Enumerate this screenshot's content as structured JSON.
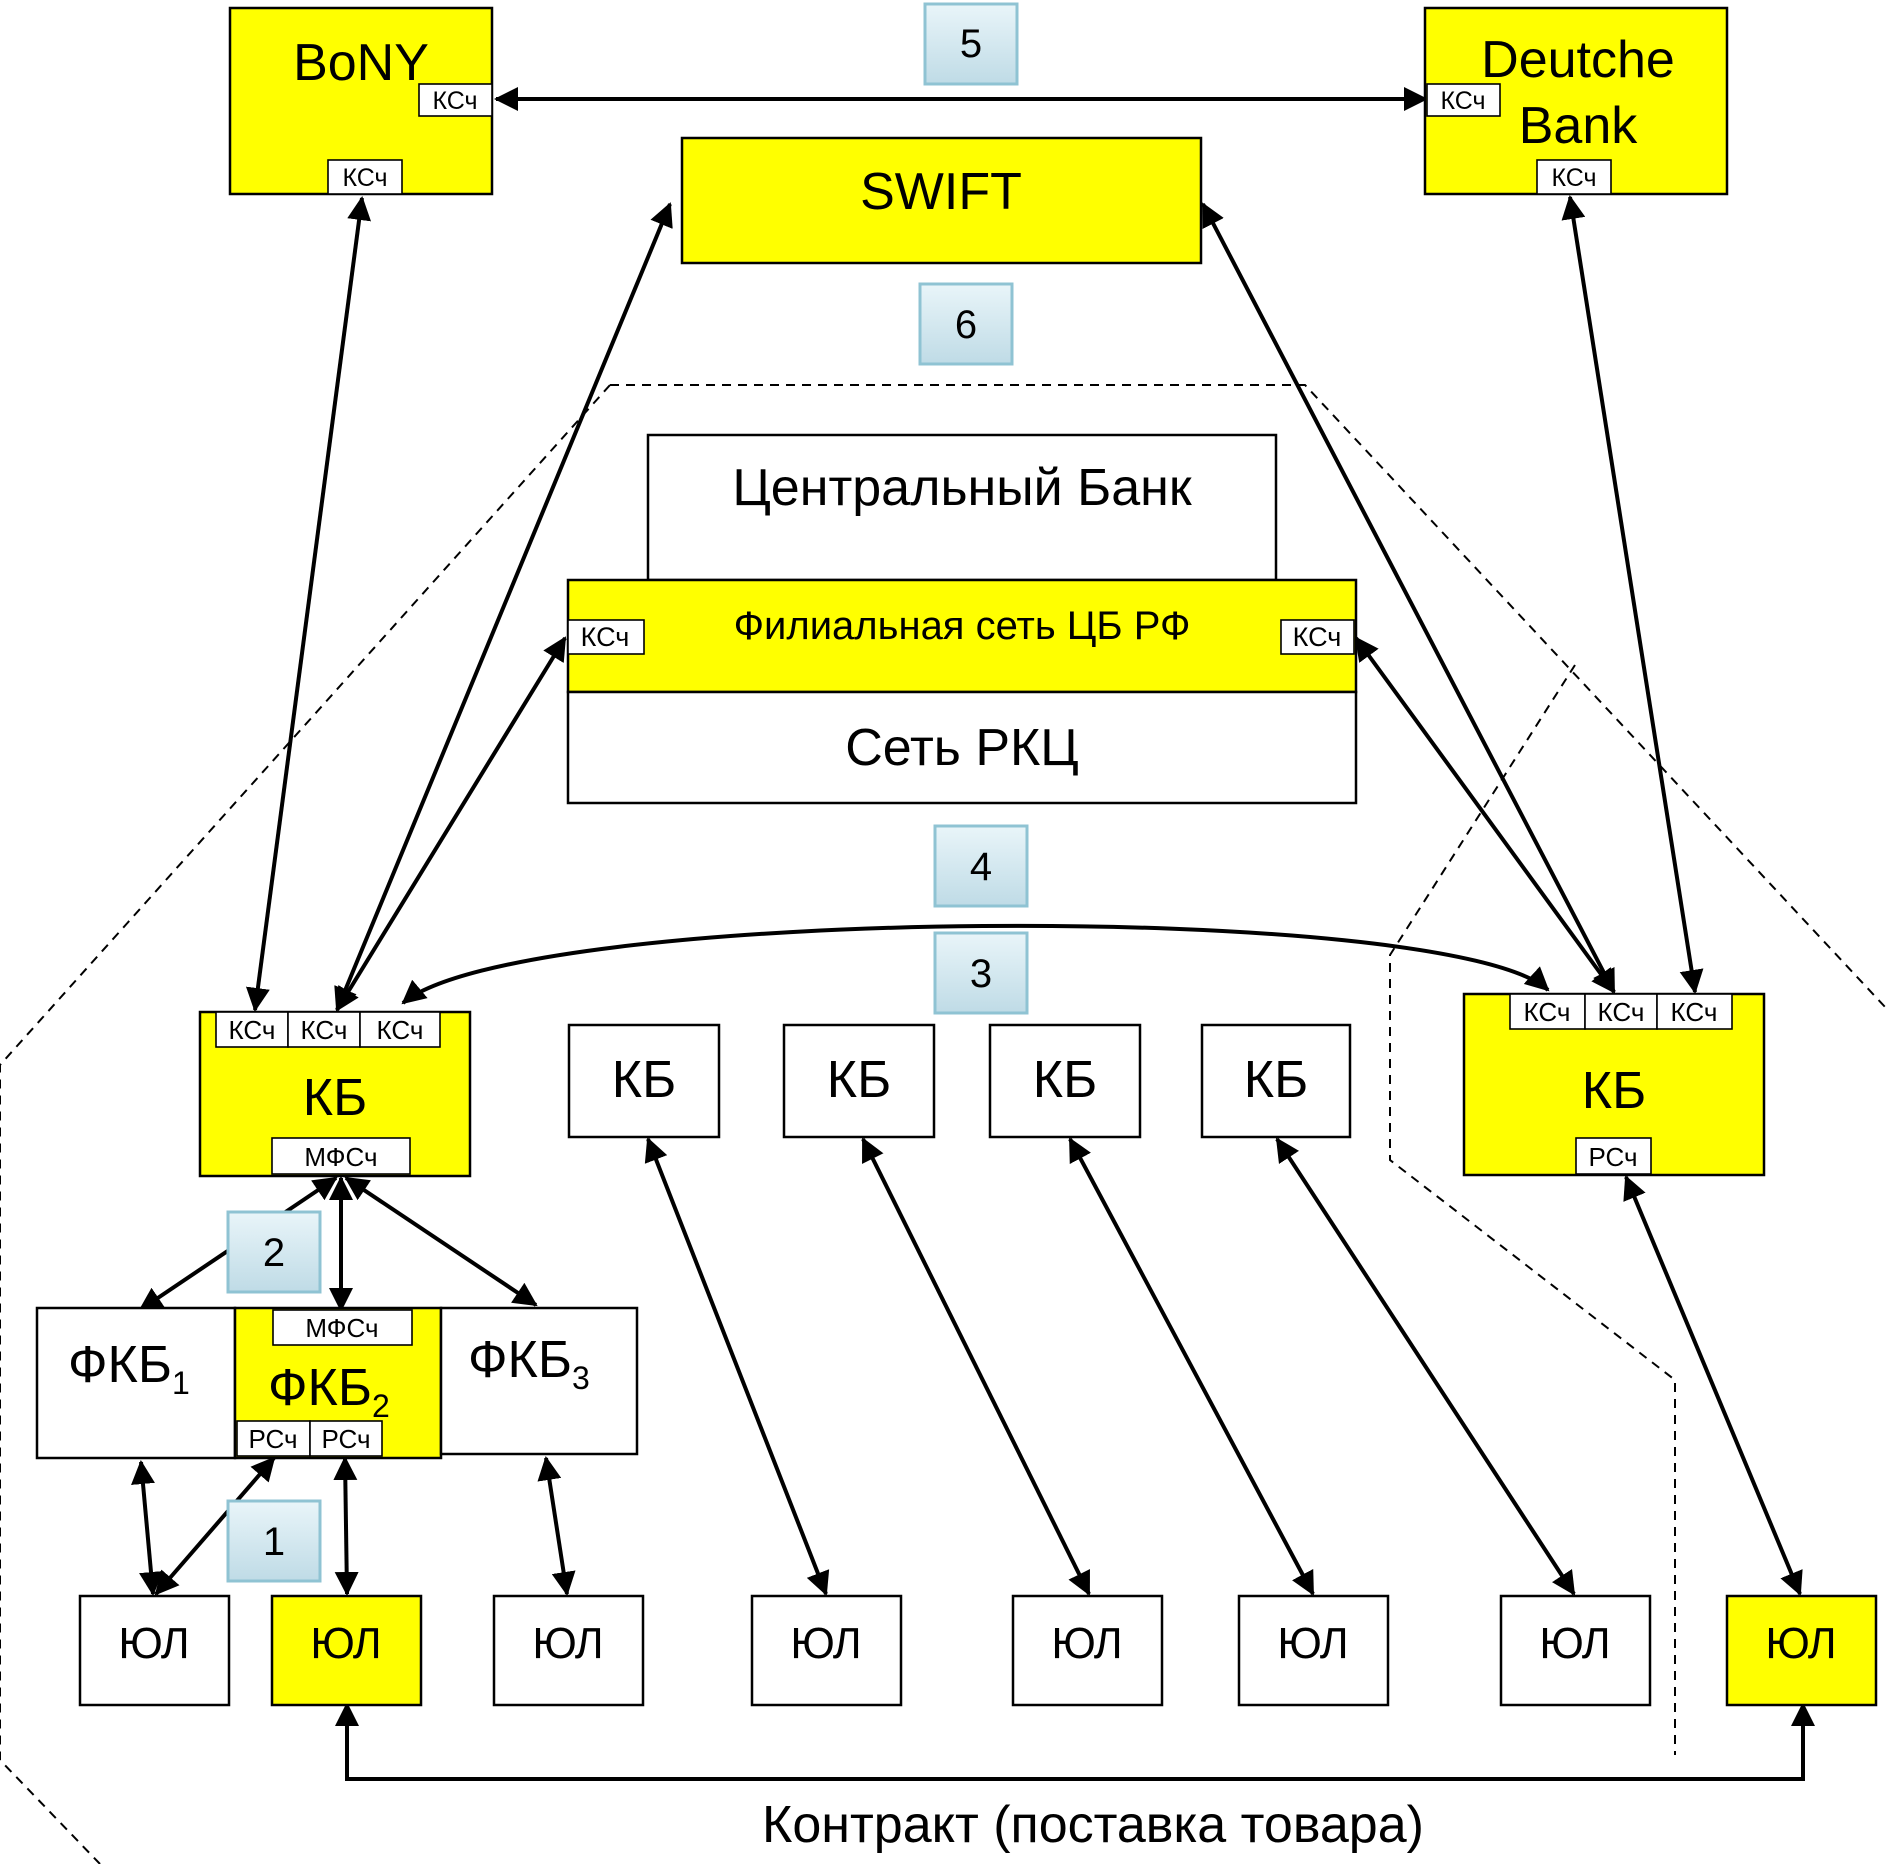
{
  "colors": {
    "highlight": "#ffff00",
    "plain": "#ffffff",
    "line": "#000000",
    "badge_border": "#8fc3d3",
    "badge_fill_top": "#e9f5f9",
    "badge_fill_bottom": "#bfdbe6"
  },
  "nodes": {
    "bony": "BoNY",
    "deutche_bank_line1": "Deutche",
    "deutche_bank_line2": "Bank",
    "swift": "SWIFT",
    "central_bank": "Центральный Банк",
    "branch_network": "Филиальная сеть ЦБ РФ",
    "rkc_network": "Сеть РКЦ",
    "kb": "КБ",
    "fkb": "ФКБ",
    "fkb1_sub": "1",
    "fkb2_sub": "2",
    "fkb3_sub": "3",
    "yul": "ЮЛ"
  },
  "account_tags": {
    "ksch": "КСч",
    "mfsch": "МФСч",
    "rsch": "РСч"
  },
  "badges": [
    "1",
    "2",
    "3",
    "4",
    "5",
    "6"
  ],
  "contract_label": "Контракт (поставка товара)"
}
